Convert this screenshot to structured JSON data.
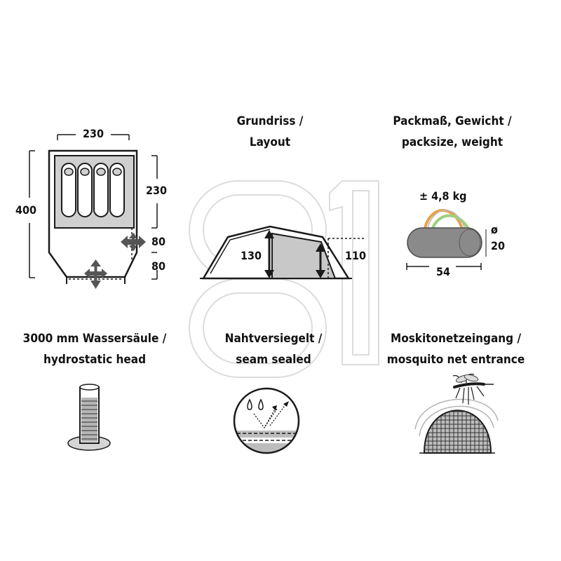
{
  "floorplan": {
    "width": "230",
    "length": "400",
    "cabin_length": "230",
    "vestibule_1": "80",
    "vestibule_2": "80"
  },
  "layout": {
    "title_line1": "Grundriss /",
    "title_line2": "Layout",
    "height_front": "130",
    "height_rear": "110",
    "watermark": "81"
  },
  "pack": {
    "title_line1": "Packmaß, Gewicht /",
    "title_line2": "packsize, weight",
    "weight": "± 4,8 kg",
    "diameter_symbol": "ø",
    "diameter": "20",
    "length": "54"
  },
  "features": [
    {
      "line1": "3000 mm Wassersäule /",
      "line2": "hydrostatic head",
      "icon": "water-column-icon"
    },
    {
      "line1": "Nahtversiegelt /",
      "line2": "seam sealed",
      "icon": "seam-sealed-icon"
    },
    {
      "line1": "Moskitonetzeingang /",
      "line2": "mosquito net entrance",
      "icon": "mosquito-net-icon"
    }
  ],
  "colors": {
    "tent_fabric": "#c8c8c8",
    "tent_outline": "#1a1a1a",
    "bag_gray": "#8a8a8a",
    "handle_green": "#9dcf7a",
    "handle_orange": "#e8a24a"
  }
}
